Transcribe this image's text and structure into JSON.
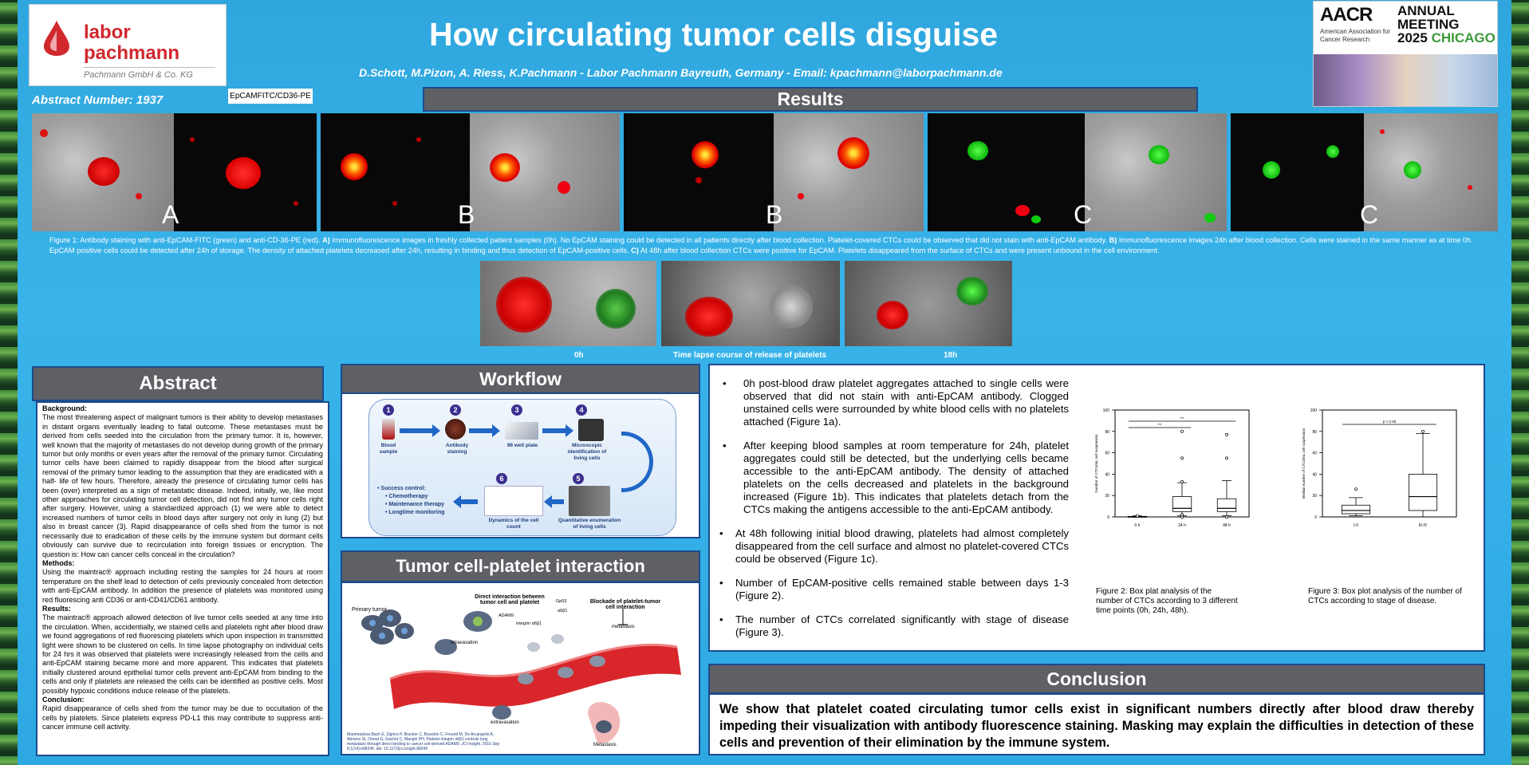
{
  "header": {
    "logo_line1": "labor",
    "logo_line2": "pachmann",
    "logo_sub": "Pachmann GmbH & Co. KG",
    "title": "How circulating tumor cells disguise",
    "authors": "D.Schott, M.Pizon,  A. Riess, K.Pachmann    -    Labor Pachmann Bayreuth, Germany       -      Email: kpachmann@laborpachmann.de",
    "abstract_number": "Abstract Number: 1937",
    "stain_tag": "EpCAMFITC/CD36-PE",
    "aacr_logo": "AACR",
    "aacr_sub": "American Association for Cancer Research",
    "aacr_annual": "ANNUAL",
    "aacr_meeting": "MEETING",
    "aacr_year": "2025",
    "aacr_city": "CHICAGO"
  },
  "results": {
    "title": "Results",
    "panel_letters": [
      "A",
      "B",
      "B",
      "C",
      "C"
    ],
    "fig1_caption_parts": [
      "Figure 1: Antibody staining with anti-EpCAM-FITC (green) and anti-CD-36-PE (red). ",
      "A)",
      " Immunofluorescence images in freshly collected patient samples (0h). No EpCAM staining could be detected in all patients directly after blood collection. Platelet-covered CTCs could be observed that did not stain with anti-EpCAM antibody. ",
      "B)",
      " Immunofluorescence images 24h after blood collection. Cells were stained in the same manner as at time 0h. EpCAM positive cells could be detected after 24h of storage. The density of attached platelets decreased after 24h, resulting in binding and thus detection of EpCAM-positive cells. ",
      "C)",
      " At 48h after blood collection CTCs were positive for EpCAM. Platelets disappeared from the surface of CTCs and were present unbound in the cell environment."
    ],
    "timelapse_labels": [
      "0h",
      "Time lapse course of release of platelets",
      "18h"
    ],
    "bullets": [
      "0h post-blood draw platelet aggregates attached to single cells were observed that did not stain with anti-EpCAM antibody. Clogged unstained cells were surrounded by white blood cells with no platelets attached (Figure 1a).",
      "After keeping blood samples at room temperature for 24h, platelet aggregates could still be detected, but the underlying cells became accessible to the anti-EpCAM antibody. The density of attached platelets on the cells decreased and platelets in the background increased (Figure 1b). This indicates that platelets detach from the CTCs making the antigens accessible to the anti-EpCAM antibody.",
      "At 48h following initial blood drawing, platelets had almost completely disappeared from the cell surface and almost no platelet-covered CTCs could be observed (Figure 1c).",
      "Number of EpCAM-positive cells remained stable between days 1-3 (Figure 2).",
      "The number of CTCs correlated significantly with stage of disease (Figure 3)."
    ],
    "fig2_caption": "Figure 2: Box plat analysis of the number of CTCs according to 3 different time points (0h, 24h, 48h).",
    "fig3_caption": "Figure 3: Box plot analysis of the number of CTCs according to stage of disease."
  },
  "chart_data": [
    {
      "type": "boxplot",
      "categories": [
        "0 h",
        "24 h",
        "48 h"
      ],
      "ylabel": "Number of CTCs/mL cell suspension",
      "ylim": [
        0,
        100
      ],
      "yticks": [
        0,
        20,
        40,
        60,
        80,
        100
      ],
      "boxes": [
        {
          "min": 0,
          "q1": 0,
          "median": 0,
          "q3": 0.5,
          "max": 1,
          "outliers": [
            1
          ]
        },
        {
          "min": 1,
          "q1": 5,
          "median": 8,
          "q3": 19,
          "max": 32,
          "outliers": [
            0,
            2,
            33,
            55,
            80
          ]
        },
        {
          "min": 1,
          "q1": 5,
          "median": 8,
          "q3": 17,
          "max": 34,
          "outliers": [
            0,
            55,
            77
          ]
        }
      ],
      "annotations": [
        "***",
        "***"
      ]
    },
    {
      "type": "boxplot",
      "categories": [
        "I-II",
        "III-IV"
      ],
      "ylabel": "Median number of CTCs/mL cell suspension",
      "ylim": [
        0,
        100
      ],
      "yticks": [
        0,
        20,
        40,
        60,
        80,
        100
      ],
      "boxes": [
        {
          "min": 1,
          "q1": 3,
          "median": 6,
          "q3": 11,
          "max": 18,
          "outliers": [
            26
          ]
        },
        {
          "min": 0,
          "q1": 6,
          "median": 19,
          "q3": 40,
          "max": 78,
          "outliers": [
            80
          ]
        }
      ],
      "annotations": [
        "p < 0.05"
      ]
    }
  ],
  "abstract": {
    "title": "Abstract",
    "background_label": "Background:",
    "background": "The most threatening aspect of malignant tumors is their ability to develop metastases in distant organs eventually leading to fatal outcome. These metastases must be derived from cells seeded into the circulation from the primary tumor. It is, however, well known that the majority of metastases do not develop during growth of the primary tumor but only months or even years after the removal of the primary tumor. Circulating tumor cells have been claimed to rapidly disappear from the blood after surgical removal of the primary tumor leading to the assumption that they are eradicated with a half- life of few hours. Therefore, already the presence of circulating tumor cells has been (over) interpreted as a sign of metastatic disease. Indeed, initially, we, like most other approaches for circulating tumor cell detection, did not find any tumor cells right after surgery. However, using a standardized approach (1) we were able to detect increased numbers of tumor cells in blood days after surgery not only in lung (2) but also in breast cancer (3). Rapid disappearance of cells shed from the tumor is not necessarily due to eradication of these cells by the immune system but dormant cells obviously can survive due to recirculation into foreign tissues or encryption. The question is: How can cancer cells conceal in the circulation?",
    "methods_label": "Methods:",
    "methods": " Using the maintrac® approach including resting the samples for 24 hours at room temperature on the shelf lead to detection of cells previously concealed from detection with anti-EpCAM antibody. In addition the presence of platelets was monitored using red fluorescing anti CD36 or anti-CD41/CD61 antibody.",
    "results_label": "Results:",
    "results": "The maintrac® approach allowed detection of live tumor cells seeded at any time into the circulation. When, accidentially, we stained cells and platelets right after blood draw we found aggregations of red fluorescing platelets which upon inspection in transmitted light were shown to be clustered on cells. In time lapse photography on individual cells for 24 hrs it was observed that platelets were increasingly released from the cells and anti-EpCAM staining became more and more apparent. This indicates that platelets initially clustered around epithelial tumor cells prevent anti-EpCAM from binding to the cells and only if platelets are released the cells can be identified as positive cells. Most possibly hypoxic conditions induce release of the platelets.",
    "conclusion_label": "Conclusion:",
    "conclusion": "Rapid disappearance of cells shed from the tumor may be due to occultation of the cells by platelets. Since platelets express PD-L1 this may contribute to suppress anti-cancer immune cell activity."
  },
  "workflow": {
    "title": "Workflow",
    "steps": [
      "1",
      "2",
      "3",
      "4",
      "5",
      "6"
    ],
    "step_labels": [
      "Blood sample",
      "Antibody staining",
      "96 well plate",
      "Microscopic identification of living cells",
      "Quantitative enumeration of living cells",
      "Dynamics of the cell count"
    ],
    "success_control": "Success control:",
    "controls": [
      "Chemotherapy",
      "Maintenance therapy",
      "Longtime monitoring"
    ]
  },
  "tcp": {
    "title": "Tumor cell-platelet interaction",
    "labels": [
      "Primary tumor",
      "Direct interaction between tumor cell and platelet",
      "ADAM9",
      "integrin α6β1",
      "intravasation",
      "Gp53",
      "α6β1",
      "Blockade of platelet-tumor cell interaction",
      "metastasis",
      "extravasation",
      "Metastasis"
    ],
    "reference": "Mammadova-Bach E, Zigrino P, Brucker C, Bourdon C, Freund M, De Arcangelis A, Abrams SI, Orend G, Gachet C, Mangin PH. Platelet integrin α6β1 controls lung metastasis through direct binding to cancer cell-derived ADAM9. JCI Insight. 2016 Sep 8;1(14):e88245. doi: 10.1172/jci.insight.88245"
  },
  "conclusion": {
    "title": "Conclusion",
    "text": "We show that platelet coated circulating tumor cells exist in significant numbers directly after blood draw thereby impeding their visualization with antibody fluorescence staining. Masking may explain the difficulties in detection of these cells and prevention of their elimination by the immune system."
  }
}
